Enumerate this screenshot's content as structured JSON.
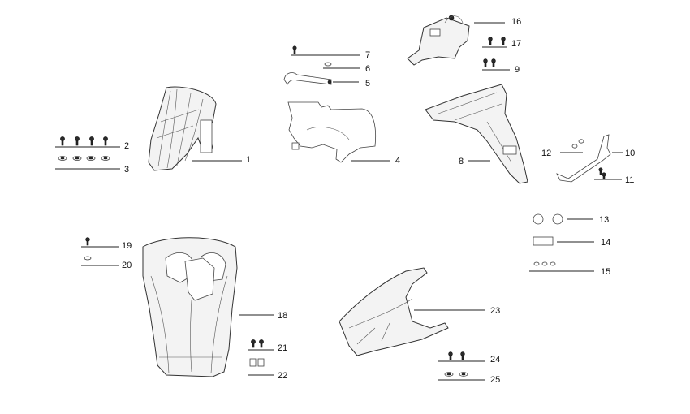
{
  "callouts": [
    "1",
    "2",
    "3",
    "4",
    "5",
    "6",
    "7",
    "8",
    "9",
    "10",
    "11",
    "12",
    "13",
    "14",
    "15",
    "16",
    "17",
    "18",
    "19",
    "20",
    "21",
    "22",
    "23",
    "24",
    "25"
  ]
}
